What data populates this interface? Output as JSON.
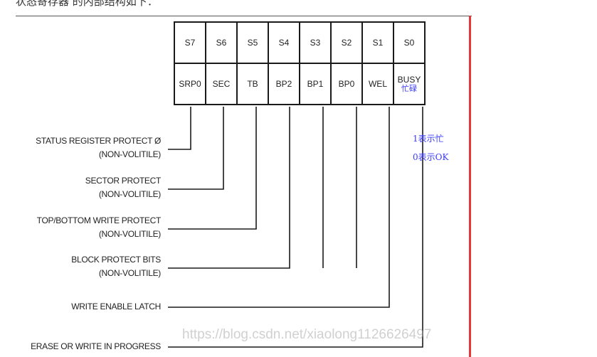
{
  "intro_text": "状态寄存器  的内部结构如下：",
  "bit_names": [
    "S7",
    "S6",
    "S5",
    "S4",
    "S3",
    "S2",
    "S1",
    "S0"
  ],
  "bit_fields": [
    "SRP0",
    "SEC",
    "TB",
    "BP2",
    "BP1",
    "BP0",
    "WEL",
    "BUSY"
  ],
  "busy_note": "忙碌",
  "side_notes": [
    "1表示忙",
    "0表示OK"
  ],
  "descriptions": [
    {
      "line1": "STATUS REGISTER PROTECT Ø",
      "line2": "(NON-VOLITILE)"
    },
    {
      "line1": "SECTOR PROTECT",
      "line2": "(NON-VOLITILE)"
    },
    {
      "line1": "TOP/BOTTOM WRITE PROTECT",
      "line2": "(NON-VOLITILE)"
    },
    {
      "line1": "BLOCK PROTECT BITS",
      "line2": "(NON-VOLITILE)"
    },
    {
      "line1": "WRITE ENABLE LATCH",
      "line2": ""
    },
    {
      "line1": "ERASE OR WRITE IN PROGRESS",
      "line2": ""
    }
  ],
  "watermark": "https://blog.csdn.net/xiaolong1126626497"
}
